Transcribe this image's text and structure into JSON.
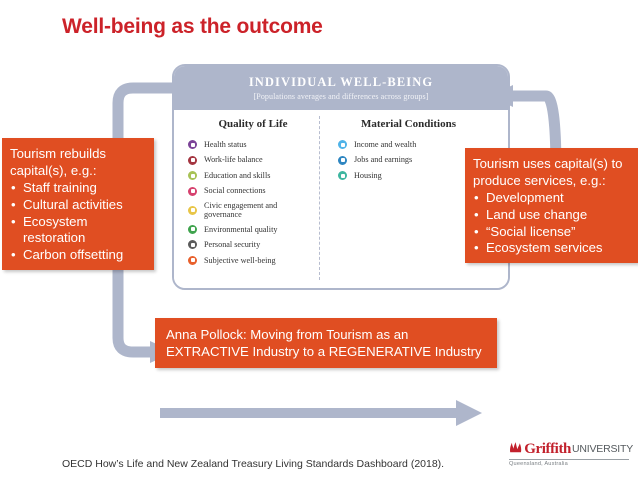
{
  "slide": {
    "title": "Well-being as the outcome",
    "title_color": "#CC2229",
    "accent_orange": "#E04E22",
    "diagram_gray": "#AEB6CB"
  },
  "oecd_panel": {
    "header_title": "INDIVIDUAL WELL-BEING",
    "header_subtitle": "[Populations averages and differences across groups]",
    "columns": [
      {
        "heading": "Quality of Life",
        "items": [
          {
            "label": "Health status",
            "color": "#7B4397"
          },
          {
            "label": "Work-life balance",
            "color": "#A43540"
          },
          {
            "label": "Education and skills",
            "color": "#A8C256"
          },
          {
            "label": "Social connections",
            "color": "#D6416E"
          },
          {
            "label": "Civic engagement and governance",
            "color": "#E8C547"
          },
          {
            "label": "Environmental quality",
            "color": "#3FA34D"
          },
          {
            "label": "Personal security",
            "color": "#5B5B5B"
          },
          {
            "label": "Subjective well-being",
            "color": "#E8602C"
          }
        ]
      },
      {
        "heading": "Material Conditions",
        "items": [
          {
            "label": "Income and wealth",
            "color": "#4FB3E8"
          },
          {
            "label": "Jobs and earnings",
            "color": "#2E86C1"
          },
          {
            "label": "Housing",
            "color": "#3EB6A0"
          }
        ]
      }
    ]
  },
  "callouts": {
    "left": {
      "lead": "Tourism rebuilds capital(s), e.g.:",
      "items": [
        "Staff training",
        "Cultural activities",
        "Ecosystem restoration",
        "Carbon offsetting"
      ]
    },
    "right": {
      "lead": "Tourism uses capital(s) to produce services, e.g.:",
      "items": [
        "Development",
        "Land use change",
        "“Social license”",
        "Ecosystem services"
      ]
    },
    "bottom": {
      "text": "Anna Pollock: Moving from Tourism as an EXTRACTIVE Industry to a REGENERATIVE Industry"
    }
  },
  "footer": {
    "source_note": "OECD How’s Life and New Zealand Treasury Living Standards Dashboard (2018).",
    "logo": {
      "name": "Griffith",
      "suffix": "UNIVERSITY",
      "tagline": "Queensland, Australia"
    }
  }
}
